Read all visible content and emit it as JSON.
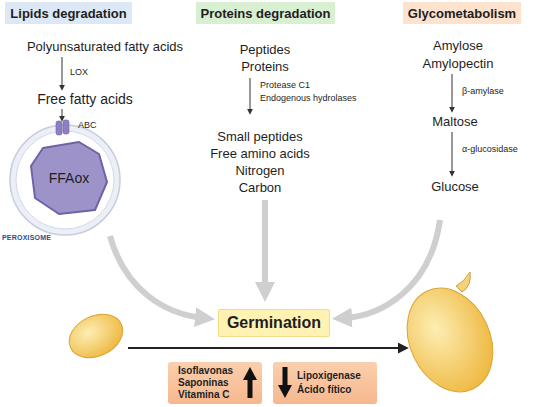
{
  "diagram": {
    "nodes": [
      {
        "text": [
          "Lipids degradation"
        ]
      },
      {
        "text": [
          "Proteins degradation"
        ]
      },
      {
        "text": [
          "Glycometabolism"
        ]
      },
      {
        "text": [
          "PEROXISOME"
        ]
      },
      {
        "text": [
          "FFAox"
        ],
        "in": 3
      },
      {
        "text": [
          "Germination"
        ]
      },
      {
        "text": [
          "Isoflavonas",
          "Saponinas",
          "Vitamina C"
        ]
      },
      {
        "text": [
          "Lipoxigenase",
          "Ácido fítico"
        ]
      }
    ],
    "labels": [
      "Polyunsaturated fatty acids",
      "LOX",
      "Free fatty acids",
      "ABC",
      "Peptides",
      "Proteins",
      "Protease C1",
      "Endogenous hydrolases",
      "Small peptides",
      "Free amino acids",
      "Nitrogen",
      "Carbon",
      "Amylose",
      "Amylopectin",
      "β-amylase",
      "Maltose",
      "α-glucosidase",
      "Glucose"
    ]
  }
}
